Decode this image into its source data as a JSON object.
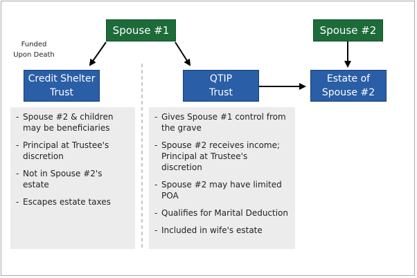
{
  "nodes": {
    "spouse1": "Spouse #1",
    "spouse2": "Spouse #2",
    "credit_shelter": "Credit Shelter\nTrust",
    "qtip": "QTIP\nTrust",
    "estate_spouse2": "Estate of\nSpouse #2"
  },
  "note": "Funded\nUpon Death",
  "credit_shelter_items": [
    "Spouse #2 & children may be beneficiaries",
    "Principal at Trustee's discretion",
    "Not in Spouse #2's estate",
    "Escapes estate taxes"
  ],
  "qtip_items": [
    "Gives Spouse #1 control from the grave",
    "Spouse #2 receives income; Principal at Trustee's discretion",
    "Spouse #2 may have limited POA",
    "Qualifies for Marital Deduction",
    "Included in wife's estate"
  ],
  "colors": {
    "green": "#1e6b3a",
    "blue": "#2a5ea6",
    "panel": "#ececec"
  }
}
